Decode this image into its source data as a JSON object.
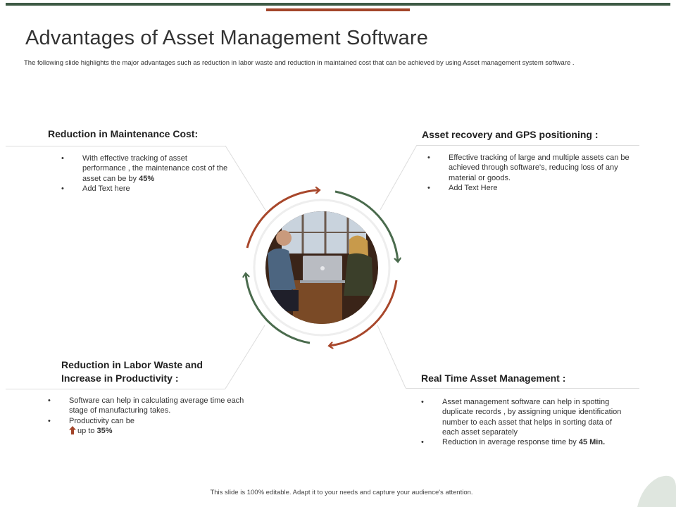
{
  "slide": {
    "title": "Advantages of Asset Management Software",
    "subtitle": "The following slide highlights the major advantages such as reduction in labor waste and reduction in maintained cost that can be achieved by using  Asset management system software .",
    "footer": "This slide is 100% editable. Adapt it to your needs and capture your audience's attention."
  },
  "sections": {
    "top_left": {
      "heading": "Reduction in Maintenance Cost:",
      "items": [
        {
          "text": "With effective tracking of asset performance , the maintenance cost of the  asset can be  by ",
          "bold": "45%"
        },
        {
          "text": "Add Text here"
        }
      ]
    },
    "top_right": {
      "heading": "Asset recovery and GPS positioning :",
      "items": [
        {
          "text": "Effective tracking of large and multiple assets can be achieved through software's, reducing loss of any material or goods."
        },
        {
          "text": "Add Text Here"
        }
      ]
    },
    "bottom_left": {
      "heading_line1": "Reduction in Labor Waste and",
      "heading_line2": "Increase in Productivity :",
      "items": [
        {
          "text": "Software can help in calculating average time each stage of manufacturing takes."
        },
        {
          "text": "Productivity can be",
          "text2": "up to ",
          "bold": "35%"
        }
      ]
    },
    "bottom_right": {
      "heading": "Real Time Asset  Management :",
      "items": [
        {
          "text": "Asset management software can help in spotting duplicate records , by assigning unique identification number to each asset that helps in sorting data of each asset separately"
        },
        {
          "text": " Reduction in average response time by ",
          "bold": "45 Min."
        }
      ]
    }
  },
  "bullet": "•",
  "colors": {
    "green": "#3e5a45",
    "rust": "#a3452a",
    "arrow_green": "#4a6b4d",
    "arrow_rust": "#a8472b"
  },
  "icons": {
    "center": "people-meeting-photo",
    "up": "up-arrow-icon"
  }
}
